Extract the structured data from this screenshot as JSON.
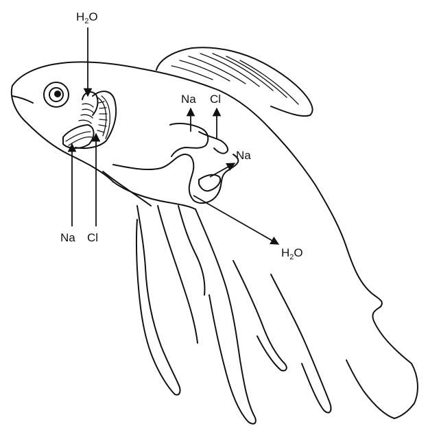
{
  "diagram": {
    "labels": {
      "h2o_top": {
        "main": "H",
        "sub": "2",
        "tail": "O"
      },
      "gill_na": "Na",
      "gill_cl": "Cl",
      "body_na_top": "Na",
      "body_cl_top": "Cl",
      "kidney_na": "Na",
      "h2o_body": {
        "main": "H",
        "sub": "2",
        "tail": "O"
      }
    },
    "colors": {
      "ink": "#111111",
      "background": "#ffffff"
    }
  }
}
